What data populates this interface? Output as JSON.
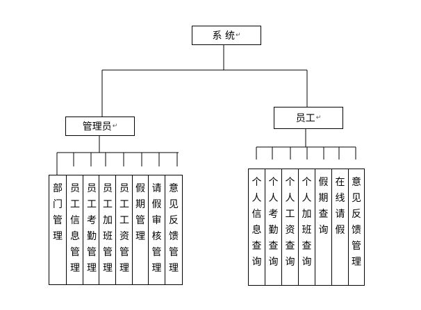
{
  "root": {
    "label": "系 统"
  },
  "branches": [
    {
      "label": "管理员",
      "children": [
        "部门管理",
        "员工信息管理",
        "员工考勤管理",
        "员工加班管理",
        "员工工资管理",
        "假期管理",
        "请假审核管理",
        "意见反馈管理"
      ]
    },
    {
      "label": "员工",
      "children": [
        "个人信息查询",
        "个人考勤查询",
        "个人工资查询",
        "个人加班查询",
        "假期查询",
        "在线请假",
        "意见反馈管理"
      ]
    }
  ]
}
